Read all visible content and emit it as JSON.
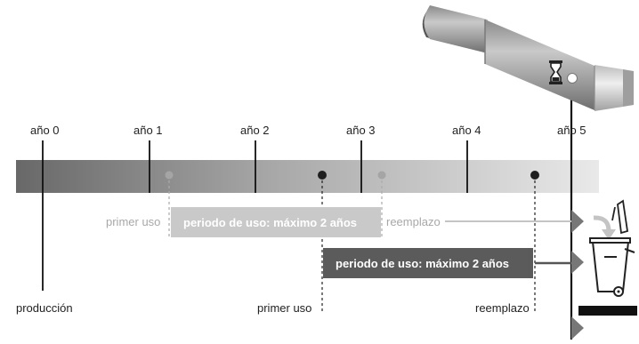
{
  "timeline": {
    "years": [
      "año 0",
      "año 1",
      "año 2",
      "año 3",
      "año 4",
      "año 5"
    ]
  },
  "events": {
    "production": "producción",
    "first_use_label": "primer uso",
    "replacement_label": "reemplazo"
  },
  "scenario_light": {
    "first_use": "primer uso",
    "period": "periodo de uso: máximo 2 años",
    "replacement": "reemplazo"
  },
  "scenario_dark": {
    "first_use": "primer uso",
    "period": "periodo de uso: máximo 2 años",
    "replacement": "reemplazo"
  },
  "icons": [
    "hourglass-icon",
    "disposal-bin-icon",
    "recycle-arrow-icon",
    "extinguisher-icon"
  ],
  "colors": {
    "bar_dark": "#6d6d6d",
    "bar_light": "#e8e8e8",
    "period_light": "#c9c9c9",
    "period_dark": "#5b5b5b",
    "marker_dark": "#222222",
    "marker_light": "#a5a5a5"
  }
}
